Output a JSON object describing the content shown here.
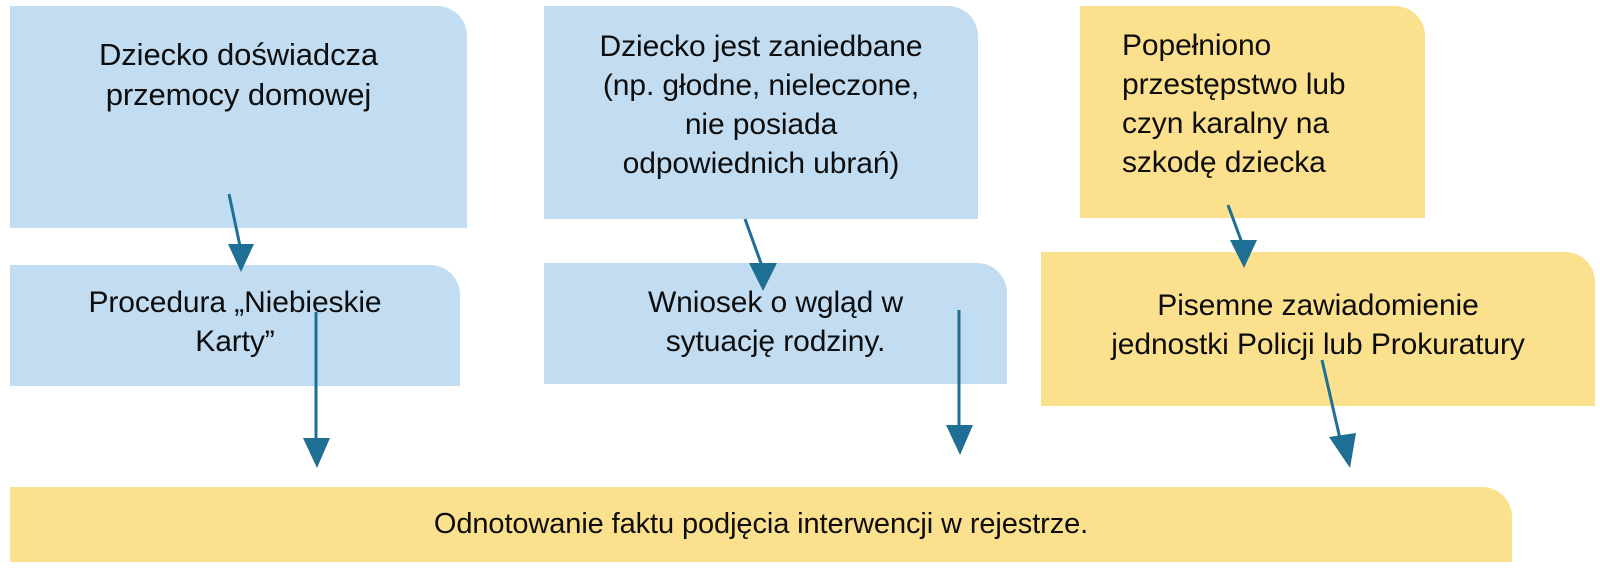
{
  "diagram": {
    "title": "Schemat postepowania interwencyjnego",
    "colors": {
      "blue_fill": "#c2ddf2",
      "yellow_fill": "#fbe08e",
      "arrow": "#1f6f94",
      "text": "#0d0d0d",
      "background": "#ffffff"
    },
    "nodes": {
      "abuse": {
        "text": "Dziecko doświadcza\nprzemocy domowej",
        "fill": "blue"
      },
      "neglect": {
        "text": "Dziecko jest zaniedbane\n(np. głodne, nieleczone,\nnie posiada\nodpowiednich ubrań)",
        "fill": "blue"
      },
      "crime": {
        "text": "Popełniono\nprzestępstwo lub\nczyn karalny na\nszkodę dziecka",
        "fill": "yellow"
      },
      "blue_cards": {
        "text": "Procedura „Niebieskie\nKarty”",
        "fill": "blue"
      },
      "family_review": {
        "text": "Wniosek o wgląd w\nsytuację rodziny.",
        "fill": "blue"
      },
      "notify_police": {
        "text": "Pisemne zawiadomienie\njednostki Policji lub Prokuratury",
        "fill": "yellow"
      },
      "register": {
        "text": "Odnotowanie faktu podjęcia interwencji w rejestrze.",
        "fill": "yellow"
      }
    },
    "arrows": [
      {
        "name": "arrow-abuse-to-blue-cards",
        "from": "abuse",
        "to": "blue_cards"
      },
      {
        "name": "arrow-neglect-to-family-review",
        "from": "neglect",
        "to": "family_review"
      },
      {
        "name": "arrow-crime-to-notify-police",
        "from": "crime",
        "to": "notify_police"
      },
      {
        "name": "arrow-blue-cards-to-register",
        "from": "blue_cards",
        "to": "register"
      },
      {
        "name": "arrow-family-review-to-register",
        "from": "family_review",
        "to": "register"
      },
      {
        "name": "arrow-notify-police-to-register",
        "from": "notify_police",
        "to": "register"
      }
    ]
  }
}
